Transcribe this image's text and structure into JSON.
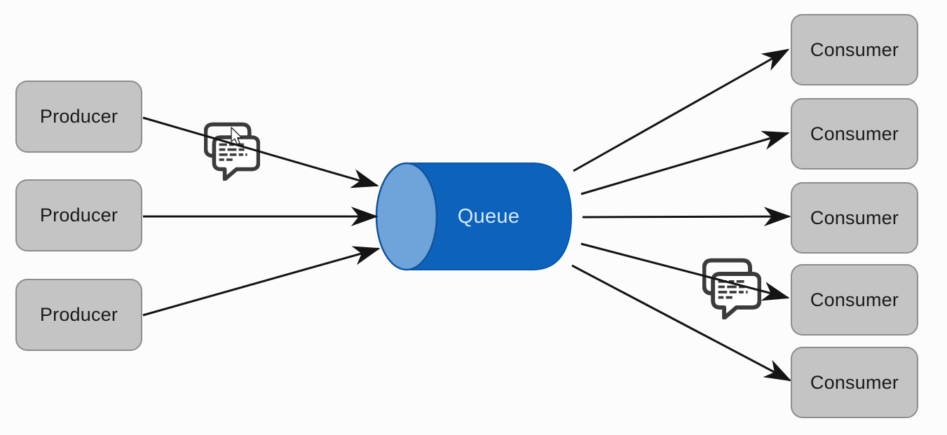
{
  "diagram": {
    "producers": [
      {
        "label": "Producer"
      },
      {
        "label": "Producer"
      },
      {
        "label": "Producer"
      }
    ],
    "queue": {
      "label": "Queue"
    },
    "consumers": [
      {
        "label": "Consumer"
      },
      {
        "label": "Consumer"
      },
      {
        "label": "Consumer"
      },
      {
        "label": "Consumer"
      },
      {
        "label": "Consumer"
      }
    ],
    "icons": {
      "producer_side": "messages-icon",
      "consumer_side": "messages-icon",
      "pointer": "mouse-cursor-icon"
    },
    "colors": {
      "node_fill": "#c4c4c4",
      "node_border": "#8d8d8d",
      "node_text": "#1a1a1a",
      "queue_body": "#0d62bb",
      "queue_face": "#6fa4da",
      "queue_border": "#0b55a4",
      "queue_text": "#d3eafc",
      "arrow": "#141414",
      "icon_stroke": "#3b3b3b",
      "background": "#fcfcfc"
    }
  }
}
